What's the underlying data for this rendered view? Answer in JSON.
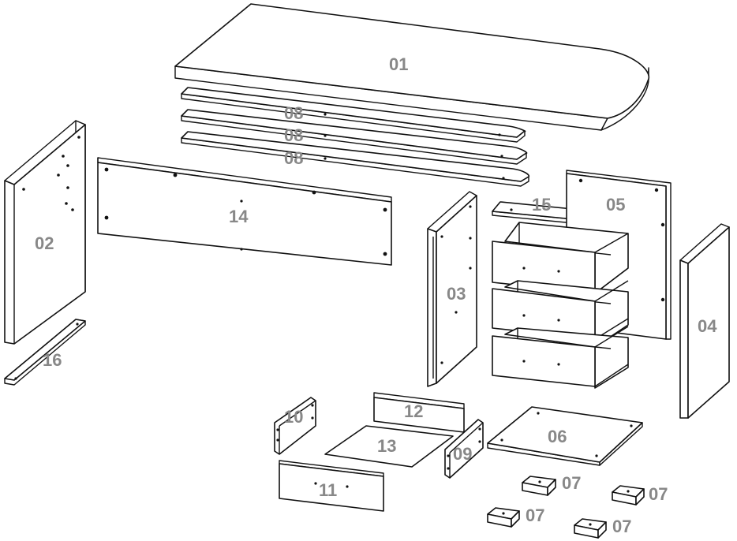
{
  "label_color": "#888888",
  "line_color": "#111111",
  "parts": {
    "p01": "01",
    "p02": "02",
    "p03": "03",
    "p04": "04",
    "p05": "05",
    "p06": "06",
    "p07": "07",
    "p08": "08",
    "p09": "09",
    "p10": "10",
    "p11": "11",
    "p12": "12",
    "p13": "13",
    "p14": "14",
    "p15": "15",
    "p16": "16"
  }
}
